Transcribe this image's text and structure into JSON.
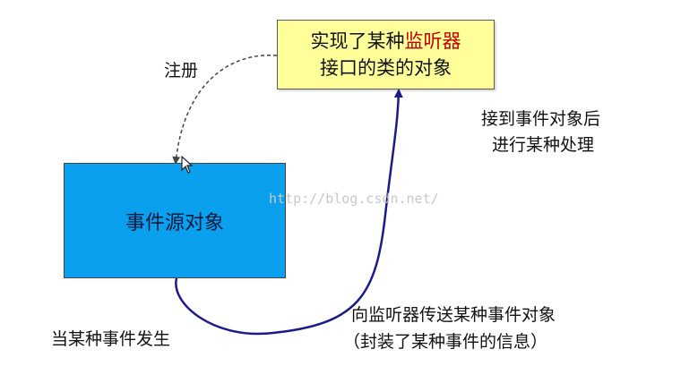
{
  "nodes": {
    "listener": {
      "line1_prefix": "实现了某种",
      "line1_highlight": "监听器",
      "line2": "接口的类的对象"
    },
    "source": {
      "label": "事件源对象"
    }
  },
  "labels": {
    "register": "注册",
    "receive_line1": "接到事件对象后",
    "receive_line2": "进行某种处理",
    "trigger": "当某种事件发生",
    "send_line1": "向监听器传送某种事件对象",
    "send_line2": "（封装了某种事件的信息）"
  },
  "watermark": "http://blog.csdn.net/",
  "colors": {
    "listener_fill": "#ffff99",
    "source_fill": "#0aa0ee",
    "highlight": "#c00000",
    "solid_arrow": "#1a1a8a",
    "dashed_arrow": "#444444"
  },
  "icons": {
    "cursor": "mouse-pointer-icon"
  }
}
